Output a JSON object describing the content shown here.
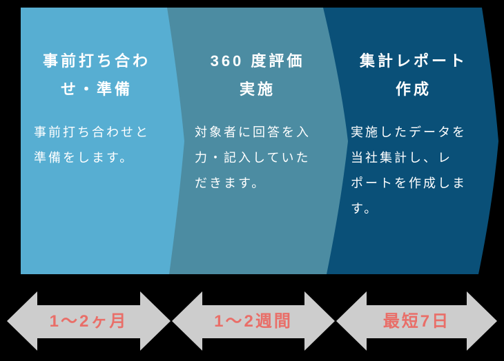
{
  "diagram": {
    "background_color": "#000000",
    "step_text_color": "#ffffff",
    "arrow_fill_color": "#cdcdcd",
    "duration_text_color": "#e96e68"
  },
  "steps": [
    {
      "title": "事前打ち合わせ・準備",
      "title_lines": [
        "事前打ち合わ",
        "せ・準備"
      ],
      "body": "事前打ち合わせと準備をします。",
      "body_lines": [
        "事前打ち合わせと",
        "準備をします。"
      ],
      "panel_color": "#57aed2"
    },
    {
      "title": "360 度評価実施",
      "title_lines": [
        "360 度評価",
        "実施"
      ],
      "body": "対象者に回答を入力・記入していただきます。",
      "body_lines": [
        "対象者に回答を入",
        "力・記入していた",
        "だきます。"
      ],
      "panel_color": "#4c8ca2"
    },
    {
      "title": "集計レポート作成",
      "title_lines": [
        "集計レポート",
        "作成"
      ],
      "body": "実施したデータを当社集計し、レポートを作成します。",
      "body_lines": [
        "実施したデータを",
        "当社集計し、レ",
        "ポートを作成しま",
        "す。"
      ],
      "panel_color": "#0a5078"
    }
  ],
  "durations": [
    {
      "label": "1〜2ヶ月"
    },
    {
      "label": "1〜2週間"
    },
    {
      "label": "最短7日"
    }
  ]
}
